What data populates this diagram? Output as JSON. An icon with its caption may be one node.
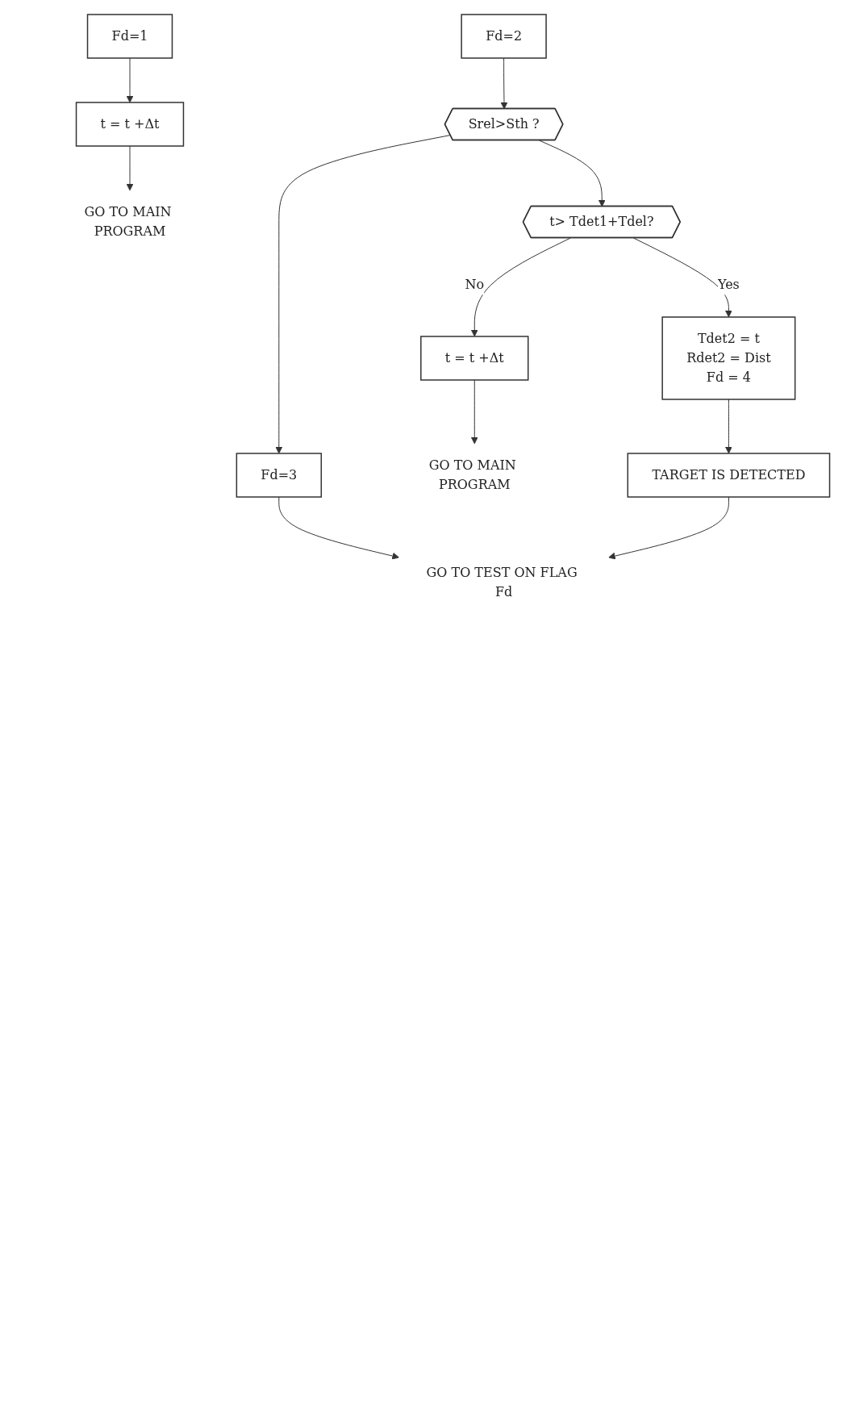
{
  "diagram": {
    "nodes": [
      {
        "text": [
          "Fd=1"
        ]
      },
      {
        "text": [
          "t = t +Δt"
        ]
      },
      {
        "text": [
          "GO TO MAIN PROGRAM"
        ]
      },
      {
        "text": [
          "Fd=2"
        ]
      },
      {
        "text": [
          "Srel>Sth ?"
        ]
      },
      {
        "text": [
          "t> Tdet1+Tdel?"
        ]
      },
      {
        "text": [
          "t = t +Δt"
        ]
      },
      {
        "text": [
          "GO TO MAIN PROGRAM"
        ]
      },
      {
        "text": [
          "Tdet2 = t",
          "Rdet2 = Dist",
          "Fd = 4"
        ]
      },
      {
        "text": [
          "Fd=3"
        ]
      },
      {
        "text": [
          "TARGET IS DETECTED"
        ]
      },
      {
        "text": [
          "GO TO TEST ON FLAG Fd"
        ]
      }
    ],
    "edges": [
      {
        "from": 0,
        "to": 1,
        "arrow": "to"
      },
      {
        "from": 1,
        "to": 2,
        "arrow": "to"
      },
      {
        "from": 3,
        "to": 4,
        "arrow": "to"
      },
      {
        "from": 4,
        "to": 9,
        "arrow": "to"
      },
      {
        "from": 4,
        "to": 5,
        "arrow": "to"
      },
      {
        "from": 5,
        "to": 6,
        "label": "No",
        "arrow": "to"
      },
      {
        "from": 5,
        "to": 8,
        "label": "Yes",
        "arrow": "to"
      },
      {
        "from": 6,
        "to": 7,
        "arrow": "to"
      },
      {
        "from": 8,
        "to": 10,
        "arrow": "to"
      },
      {
        "from": 9,
        "to": 11,
        "arrow": "to"
      },
      {
        "from": 10,
        "to": 11,
        "arrow": "to"
      }
    ]
  }
}
